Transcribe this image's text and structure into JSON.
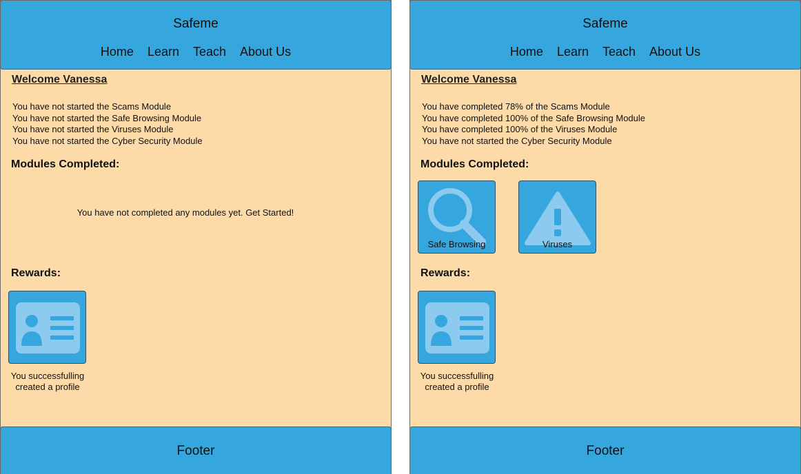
{
  "colors": {
    "header_bg": "#35a7de",
    "content_bg": "#fddba9",
    "icon_light": "#8ccbef"
  },
  "screens": [
    {
      "site_title": "Safeme",
      "nav": [
        "Home",
        "Learn",
        "Teach",
        "About Us"
      ],
      "welcome": "Welcome Vanessa",
      "status": [
        "You have not started the Scams Module",
        "You have not started the Safe Browsing Module",
        "You have not started the Viruses Module",
        "You have not started the Cyber Security Module"
      ],
      "modules_heading": "Modules Completed:",
      "modules_empty": "You have not completed any modules yet. Get Started!",
      "rewards_heading": "Rewards:",
      "reward": {
        "icon": "id-card-icon",
        "caption_line1": "You successfulling",
        "caption_line2": "created a profile"
      },
      "footer": "Footer"
    },
    {
      "site_title": "Safeme",
      "nav": [
        "Home",
        "Learn",
        "Teach",
        "About Us"
      ],
      "welcome": "Welcome Vanessa",
      "status": [
        "You have completed 78% of the Scams Module",
        "You have completed 100% of the Safe Browsing Module",
        "You have completed 100% of the Viruses Module",
        "You have not started the Cyber Security Module"
      ],
      "modules_heading": "Modules Completed:",
      "completed_modules": [
        {
          "label": "Safe Browsing",
          "icon": "magnifier-icon"
        },
        {
          "label": "Viruses",
          "icon": "warning-triangle-icon"
        }
      ],
      "rewards_heading": "Rewards:",
      "reward": {
        "icon": "id-card-icon",
        "caption_line1": "You successfulling",
        "caption_line2": "created a profile"
      },
      "footer": "Footer"
    }
  ]
}
